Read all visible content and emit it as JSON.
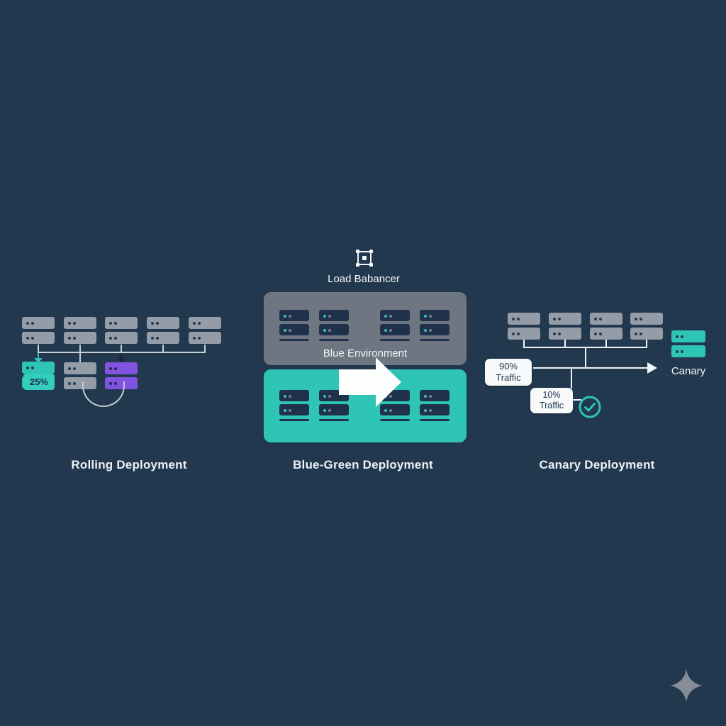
{
  "colors": {
    "background": "#22384f",
    "teal_accent": "#2ec4b6",
    "purple_accent": "#8053e0",
    "gray_server": "#949ca8",
    "env_gray": "#6d7681",
    "dark_server": "#20324b",
    "white": "#f4f7f9"
  },
  "rolling": {
    "title": "Rolling Deployment",
    "badge": "25%"
  },
  "blue_green": {
    "title": "Blue-Green Deployment",
    "load_balancer_label": "Load Babancer",
    "blue_env_label": "Blue Environment"
  },
  "canary": {
    "title": "Canary Deployment",
    "traffic_main": "90% Traffic",
    "traffic_canary": "10% Traffic",
    "server_label": "Canary"
  }
}
